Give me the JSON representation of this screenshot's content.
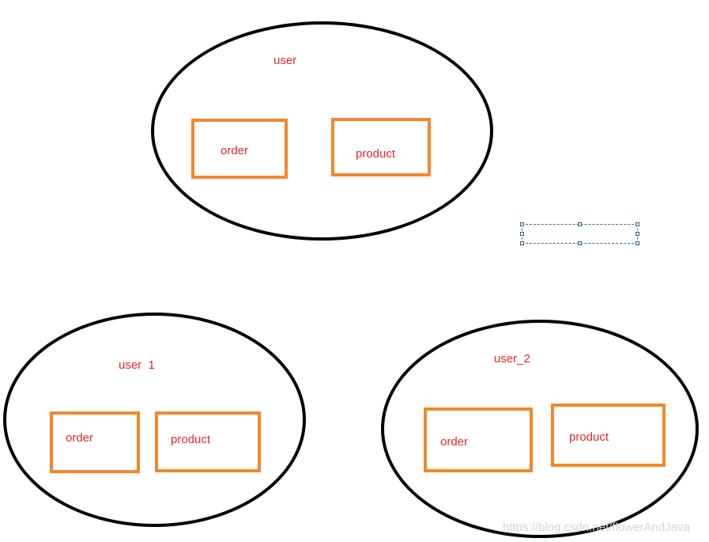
{
  "groups": [
    {
      "title": "user",
      "boxes": [
        {
          "label": "order"
        },
        {
          "label": "product"
        }
      ]
    },
    {
      "title": "user  1",
      "boxes": [
        {
          "label": "order"
        },
        {
          "label": "product"
        }
      ]
    },
    {
      "title": "user_2",
      "boxes": [
        {
          "label": "order"
        },
        {
          "label": "product"
        }
      ]
    }
  ],
  "watermark": "https://blog.csdn.net/flowerAndJava",
  "colors": {
    "outline": "#000000",
    "box_border": "#f5862a",
    "label_text": "#e8262a",
    "selection": "#2a6f97"
  }
}
